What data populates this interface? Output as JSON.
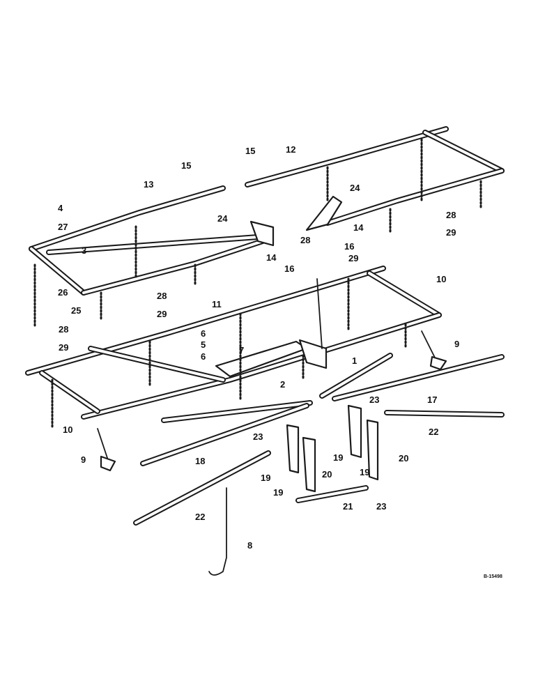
{
  "figure": {
    "drawing_number": "B-15498",
    "callouts": [
      "1",
      "2",
      "3",
      "4",
      "5",
      "6",
      "6",
      "7",
      "8",
      "9",
      "9",
      "10",
      "10",
      "11",
      "12",
      "13",
      "14",
      "14",
      "15",
      "15",
      "16",
      "16",
      "17",
      "18",
      "19",
      "19",
      "19",
      "19",
      "20",
      "20",
      "21",
      "22",
      "22",
      "23",
      "23",
      "23",
      "24",
      "24",
      "25",
      "26",
      "27",
      "28",
      "28",
      "28",
      "28",
      "29",
      "29",
      "29",
      "29"
    ]
  }
}
